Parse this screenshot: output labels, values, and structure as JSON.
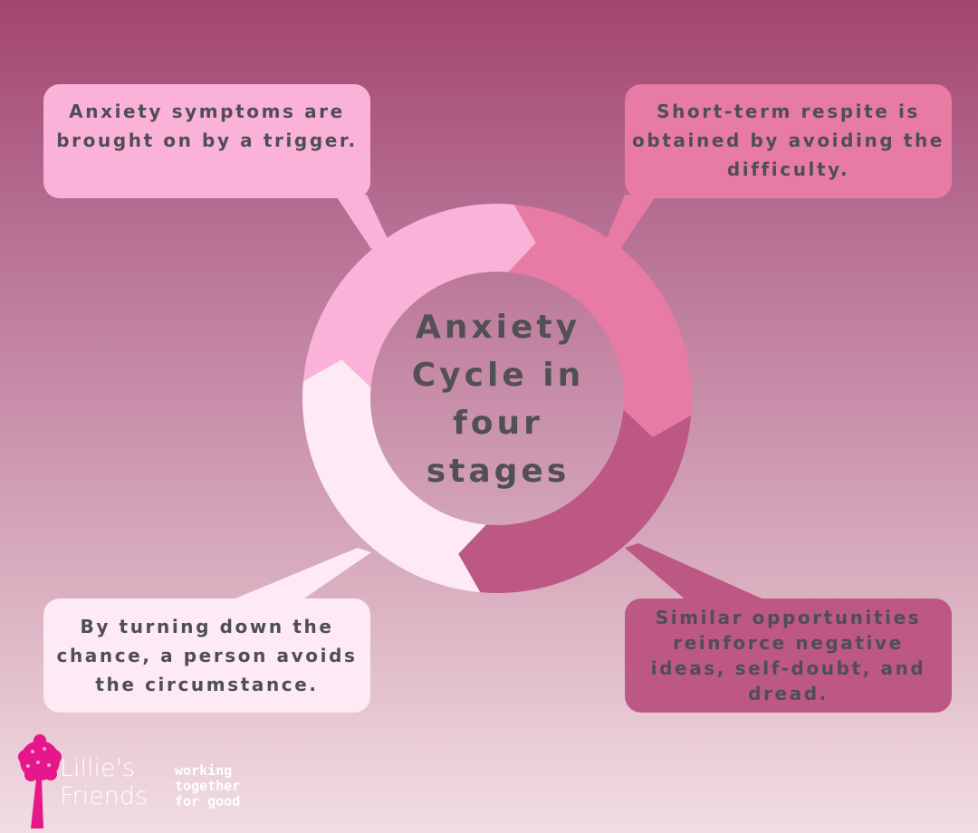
{
  "title": "Anxiety Cycle in four stages",
  "title_lines": [
    "Anxiety",
    "Cycle in",
    "four",
    "stages"
  ],
  "stages": [
    {
      "text": "Anxiety symptoms are brought on by a trigger.",
      "color": "#fbb2d8"
    },
    {
      "text": "Short-term respite is obtained by avoiding the difficulty.",
      "color": "#e87ba4"
    },
    {
      "text": "Similar opportunities reinforce negative ideas, self-doubt, and dread.",
      "color": "#bd5784"
    },
    {
      "text": "By turning down the chance, a person avoids the circumstance.",
      "color": "#fdeaf4"
    }
  ],
  "logo": {
    "name_line1": "Lillie's",
    "name_line2": "Friends",
    "tagline": [
      "working",
      "together",
      "for good"
    ]
  }
}
